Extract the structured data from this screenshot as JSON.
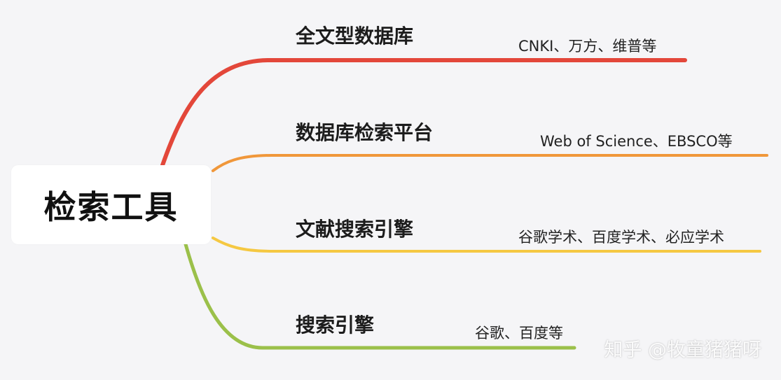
{
  "root": {
    "label": "检索工具"
  },
  "branches": [
    {
      "title": "全文型数据库",
      "desc": "CNKI、万方、维普等",
      "color": "#e3473a"
    },
    {
      "title": "数据库检索平台",
      "desc": "Web of Science、EBSCO等",
      "color": "#f0973a"
    },
    {
      "title": "文献搜索引擎",
      "desc": "谷歌学术、百度学术、必应学术",
      "color": "#f5c842"
    },
    {
      "title": "搜索引擎",
      "desc": "谷歌、百度等",
      "color": "#9bc04a"
    }
  ],
  "watermark": "知乎 @牧童猪猪呀"
}
